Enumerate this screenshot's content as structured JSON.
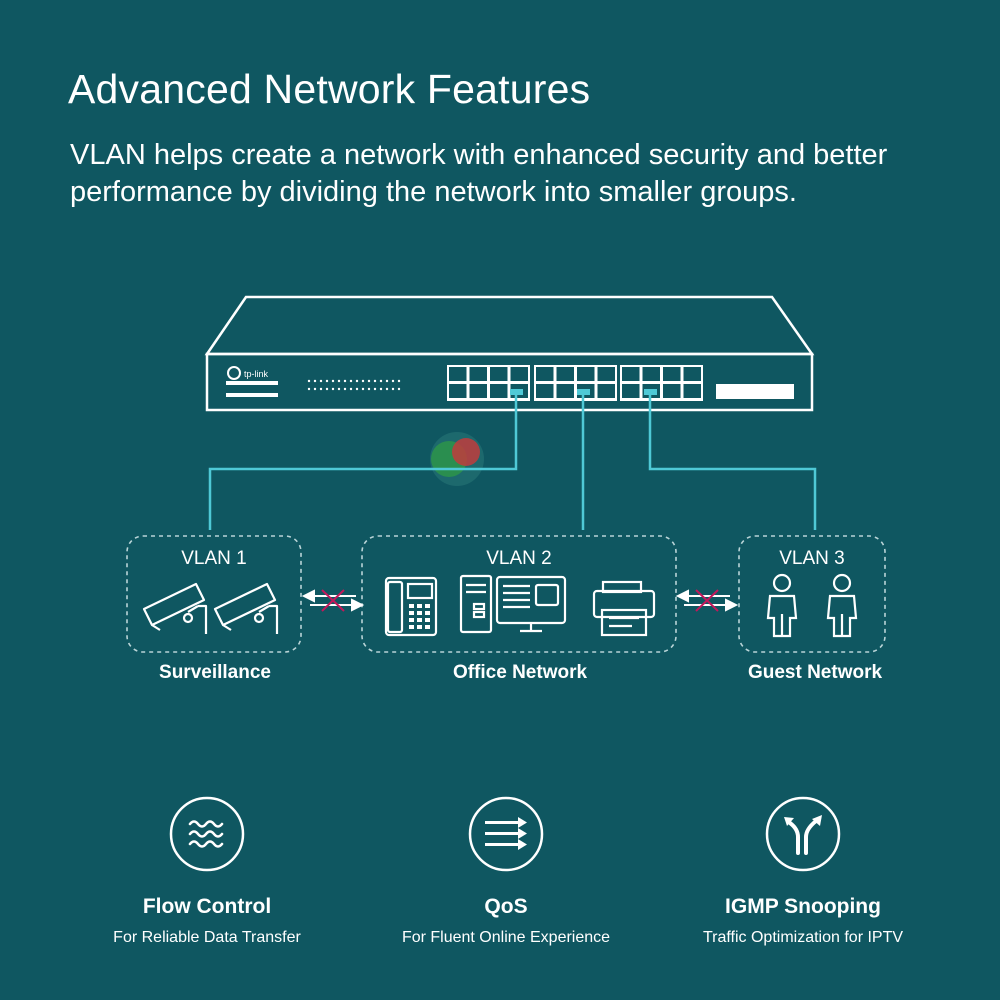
{
  "header": {
    "title": "Advanced Network Features",
    "subtitle": "VLAN helps create a network with enhanced security and better performance by dividing the network into smaller groups."
  },
  "switch": {
    "brand": "tp-link",
    "port_groups": 3,
    "ports_per_group": 8
  },
  "vlans": [
    {
      "label": "VLAN 1",
      "group": "Surveillance",
      "icon": "security-camera-icon"
    },
    {
      "label": "VLAN 2",
      "group": "Office Network",
      "icon": "office-devices-icon"
    },
    {
      "label": "VLAN 3",
      "group": "Guest Network",
      "icon": "person-icon"
    }
  ],
  "features": [
    {
      "title": "Flow Control",
      "subtitle": "For Reliable Data Transfer",
      "icon": "flow-waves-icon"
    },
    {
      "title": "QoS",
      "subtitle": "For Fluent Online Experience",
      "icon": "arrows-right-icon"
    },
    {
      "title": "IGMP Snooping",
      "subtitle": "Traffic Optimization for IPTV",
      "icon": "road-split-icon"
    }
  ],
  "colors": {
    "background": "#0f5761",
    "line": "#ffffff",
    "accent": "#4fc9d6",
    "block": "#c2185b"
  }
}
